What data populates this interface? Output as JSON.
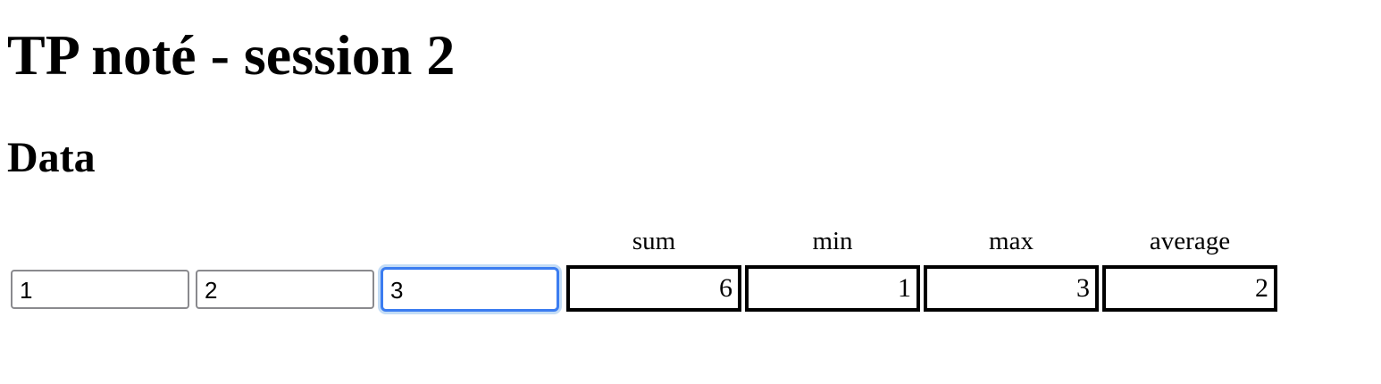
{
  "page": {
    "title": "TP noté - session 2",
    "section_title": "Data"
  },
  "inputs": [
    {
      "value": "1",
      "focused": false
    },
    {
      "value": "2",
      "focused": false
    },
    {
      "value": "3",
      "focused": true
    }
  ],
  "results": {
    "headers": [
      "sum",
      "min",
      "max",
      "average"
    ],
    "values": [
      "6",
      "1",
      "3",
      "2"
    ]
  },
  "colors": {
    "focus_ring": "#3b7cf0",
    "focus_glow": "#c3dcf6",
    "input_border": "#8a8a8e",
    "result_border": "#000000"
  }
}
